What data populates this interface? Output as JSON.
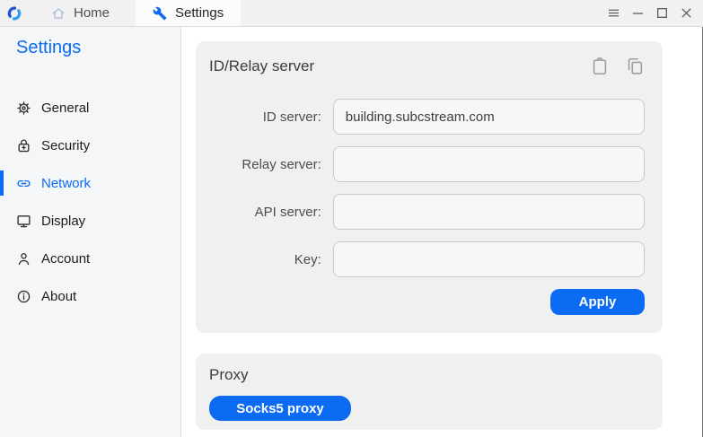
{
  "window": {
    "tabs": [
      {
        "label": "Home",
        "icon": "home-icon",
        "active": false
      },
      {
        "label": "Settings",
        "icon": "wrench-icon",
        "active": true
      }
    ],
    "controls": [
      {
        "name": "menu"
      },
      {
        "name": "minimize"
      },
      {
        "name": "maximize"
      },
      {
        "name": "close"
      }
    ]
  },
  "sidebar": {
    "title": "Settings",
    "items": [
      {
        "label": "General",
        "icon": "gear-icon",
        "active": false
      },
      {
        "label": "Security",
        "icon": "lock-icon",
        "active": false
      },
      {
        "label": "Network",
        "icon": "link-icon",
        "active": true
      },
      {
        "label": "Display",
        "icon": "monitor-icon",
        "active": false
      },
      {
        "label": "Account",
        "icon": "person-icon",
        "active": false
      },
      {
        "label": "About",
        "icon": "info-icon",
        "active": false
      }
    ]
  },
  "id_relay_card": {
    "title": "ID/Relay server",
    "icons": [
      "paste-icon",
      "copy-icon"
    ],
    "fields": [
      {
        "label": "ID server:",
        "value": "building.subcstream.com"
      },
      {
        "label": "Relay server:",
        "value": ""
      },
      {
        "label": "API server:",
        "value": ""
      },
      {
        "label": "Key:",
        "value": ""
      }
    ],
    "apply_label": "Apply"
  },
  "proxy_card": {
    "title": "Proxy",
    "socks5_label": "Socks5 proxy"
  },
  "colors": {
    "accent": "#0b6cf3",
    "card_bg": "#f0f0f0",
    "sidebar_bg": "#f5f6f7"
  }
}
